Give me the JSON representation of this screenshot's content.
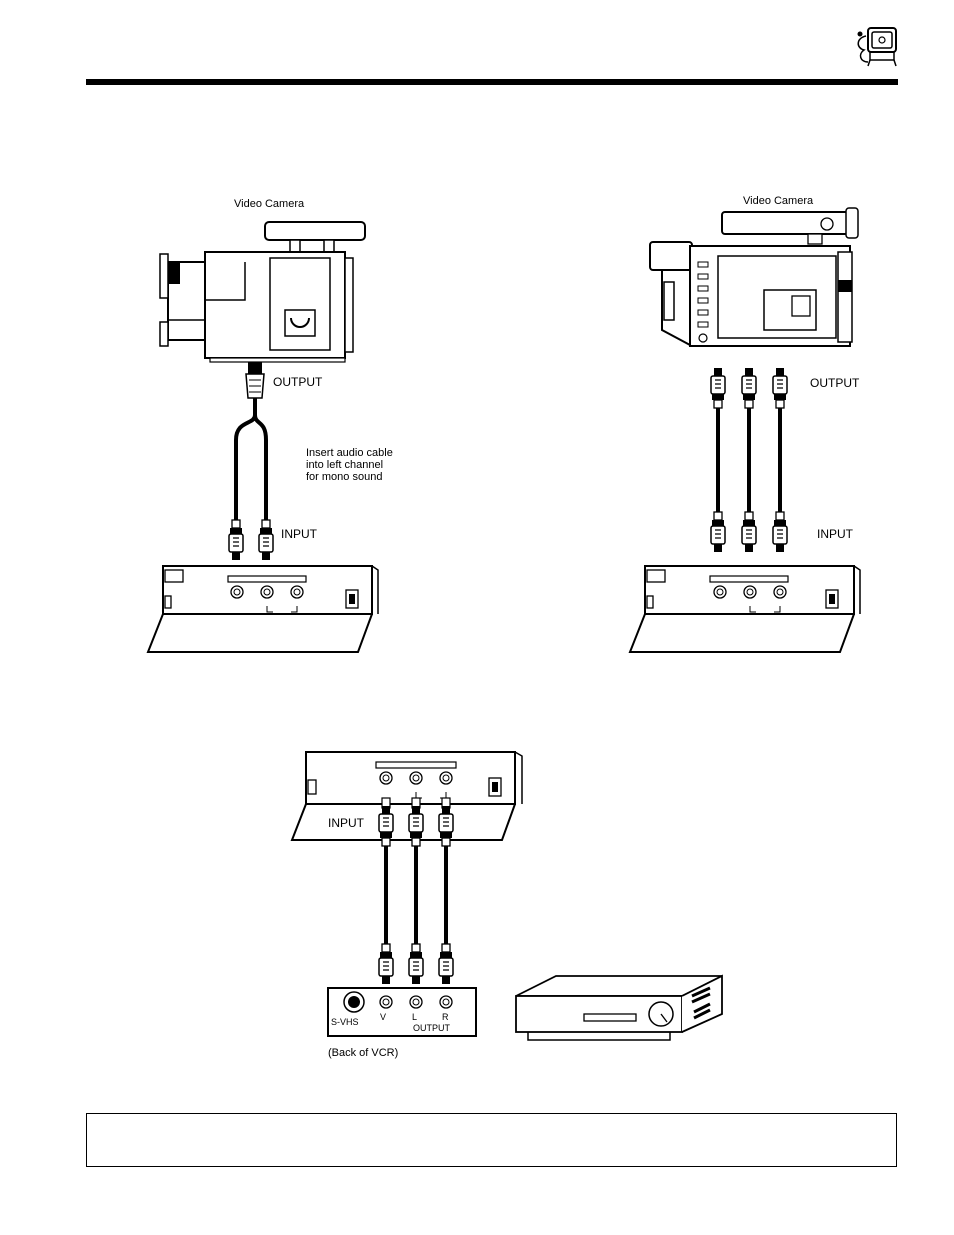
{
  "labels": {
    "video_camera_left": "Video Camera",
    "video_camera_right": "Video Camera",
    "output_left": "OUTPUT",
    "output_right": "OUTPUT",
    "input_left": "INPUT",
    "input_right": "INPUT",
    "input_bottom": "INPUT",
    "mono_note": [
      "Insert audio cable",
      "into left channel",
      "for mono sound"
    ],
    "jack_l": "L",
    "jack_r": "R",
    "svhs": "S-VHS",
    "jack_v": "V",
    "vcr_l": "L",
    "vcr_r": "R",
    "vcr_output": "OUTPUT",
    "back_of_vcr": "(Back of VCR)"
  },
  "icons": {
    "corner": "tv-set-icon"
  },
  "note": ""
}
